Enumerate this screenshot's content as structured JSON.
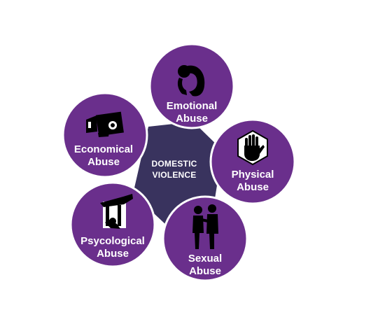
{
  "center": {
    "line1": "DOMESTIC",
    "line2": "VIOLENCE"
  },
  "nodes": {
    "emotional": {
      "line1": "Emotional",
      "line2": "Abuse",
      "icon": "crouching-person-icon"
    },
    "physical": {
      "line1": "Physical",
      "line2": "Abuse",
      "icon": "raised-hand-icon"
    },
    "sexual": {
      "line1": "Sexual",
      "line2": "Abuse",
      "icon": "two-people-icon"
    },
    "psycological": {
      "line1": "Psycological",
      "line2": "Abuse",
      "icon": "hand-pushing-person-icon"
    },
    "economical": {
      "line1": "Economical",
      "line2": "Abuse",
      "icon": "hand-holding-money-icon"
    }
  },
  "colors": {
    "hub": "#39335e",
    "node": "#6a2f8c",
    "node_ring": "#ffffff",
    "text": "#ffffff",
    "icon": "#000000"
  }
}
